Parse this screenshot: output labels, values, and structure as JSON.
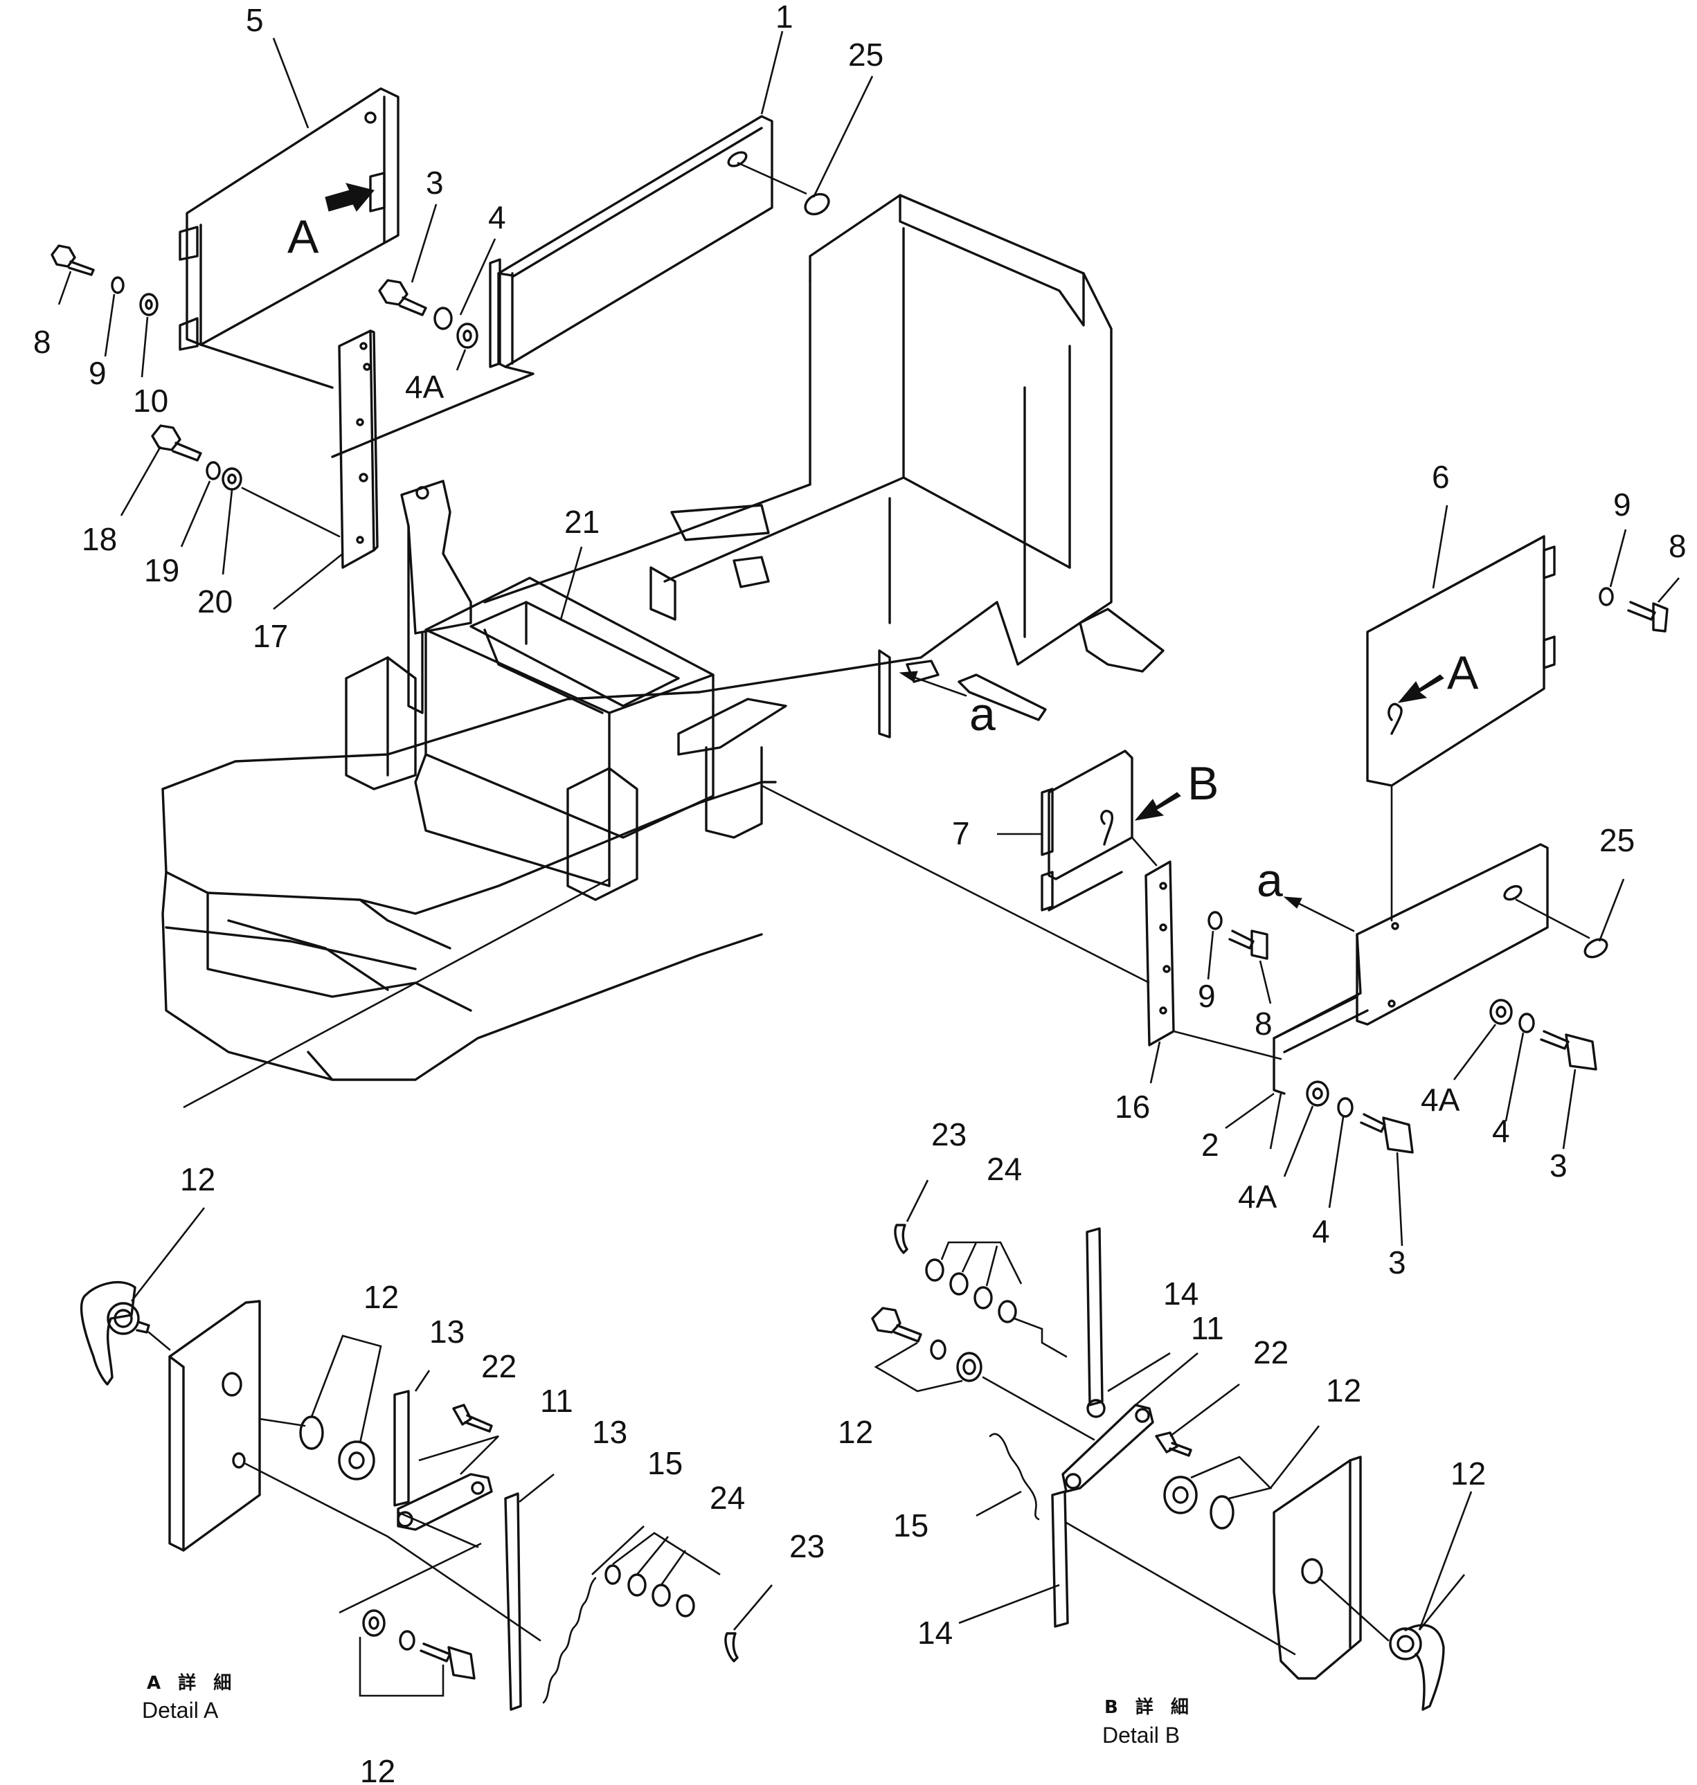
{
  "diagram": {
    "view_letters": {
      "A": "A",
      "B": "B",
      "a": "a"
    },
    "part_labels": {
      "p1": "1",
      "p2": "2",
      "p3": "3",
      "p4": "4",
      "p4A": "4A",
      "p5": "5",
      "p6": "6",
      "p7": "7",
      "p8": "8",
      "p9": "9",
      "p10": "10",
      "p11": "11",
      "p12": "12",
      "p13": "13",
      "p14": "14",
      "p15": "15",
      "p16": "16",
      "p17": "17",
      "p18": "18",
      "p19": "19",
      "p20": "20",
      "p21": "21",
      "p22": "22",
      "p23": "23",
      "p24": "24",
      "p25": "25"
    },
    "details": {
      "A": {
        "caption_cjk": "A 詳 細",
        "caption_en": "Detail A"
      },
      "B": {
        "caption_cjk": "B 詳 細",
        "caption_en": "Detail B"
      }
    }
  }
}
